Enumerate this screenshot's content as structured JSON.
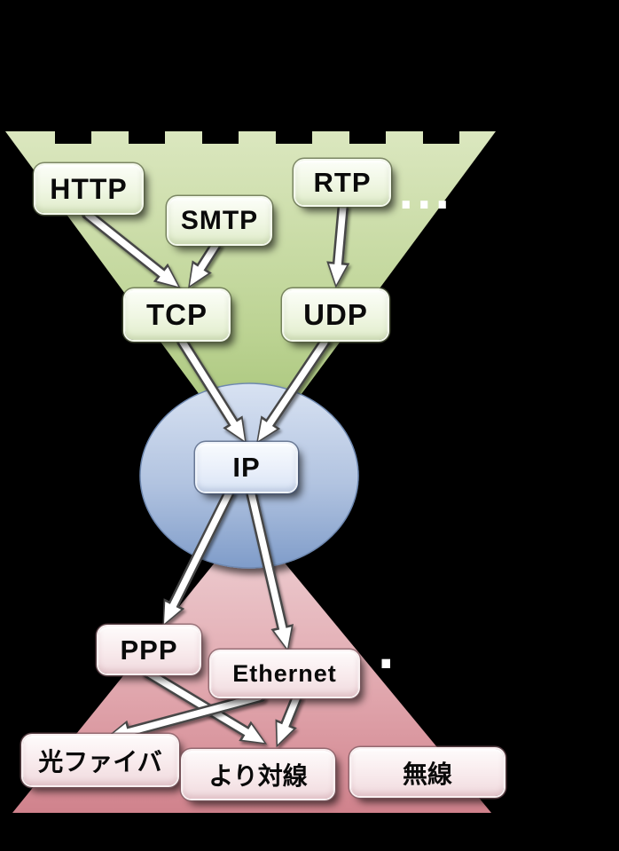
{
  "diagram": {
    "top_ellipsis": "...",
    "bottom_ellipsis": ".",
    "nodes": {
      "http": {
        "label": "HTTP"
      },
      "smtp": {
        "label": "SMTP"
      },
      "rtp": {
        "label": "RTP"
      },
      "tcp": {
        "label": "TCP"
      },
      "udp": {
        "label": "UDP"
      },
      "ip": {
        "label": "IP"
      },
      "ppp": {
        "label": "PPP"
      },
      "ethernet": {
        "label": "Ethernet"
      },
      "fiber": {
        "label": "光ファイバ"
      },
      "twisted_pair": {
        "label": "より対線"
      },
      "wireless": {
        "label": "無線"
      }
    },
    "edges": [
      {
        "from": "http",
        "to": "tcp"
      },
      {
        "from": "smtp",
        "to": "tcp"
      },
      {
        "from": "rtp",
        "to": "udp"
      },
      {
        "from": "tcp",
        "to": "ip"
      },
      {
        "from": "udp",
        "to": "ip"
      },
      {
        "from": "ip",
        "to": "ppp"
      },
      {
        "from": "ip",
        "to": "ethernet"
      },
      {
        "from": "ppp",
        "to": "twisted_pair"
      },
      {
        "from": "ethernet",
        "to": "fiber"
      },
      {
        "from": "ethernet",
        "to": "twisted_pair"
      }
    ],
    "colors": {
      "background": "#000000",
      "upper_triangle": "#aecb7d",
      "core_ellipse": "#9db5da",
      "lower_triangle": "#dfa2aa",
      "arrow_fill": "#ffffff",
      "arrow_outline": "#474747",
      "box_text": "#000000"
    }
  }
}
